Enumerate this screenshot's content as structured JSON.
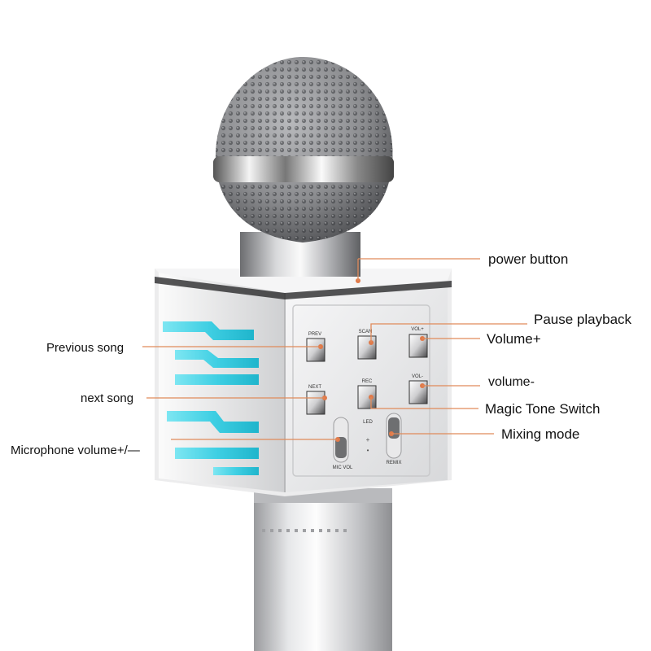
{
  "colors": {
    "accent": "#e07a4a",
    "led": "#4fd6e8",
    "body_silver": "#d9dadc",
    "leader_line": "#e08a5a"
  },
  "device": {
    "button_labels": {
      "prev": "PREV",
      "scan": "SCAN",
      "vol_up": "VOL+",
      "next": "NEXT",
      "rec": "REC",
      "vol_down": "VOL-",
      "led": "LED",
      "mic_vol": "MIC VOL",
      "remix": "REMIX"
    }
  },
  "callouts": {
    "power_button": "power button",
    "pause_playback": "Pause playback",
    "volume_up": "Volume+",
    "previous_song": "Previous song",
    "volume_down": "volume-",
    "next_song": "next song",
    "magic_tone_switch": "Magic Tone Switch",
    "mixing_mode": "Mixing mode",
    "mic_volume": "Microphone volume+/—"
  }
}
